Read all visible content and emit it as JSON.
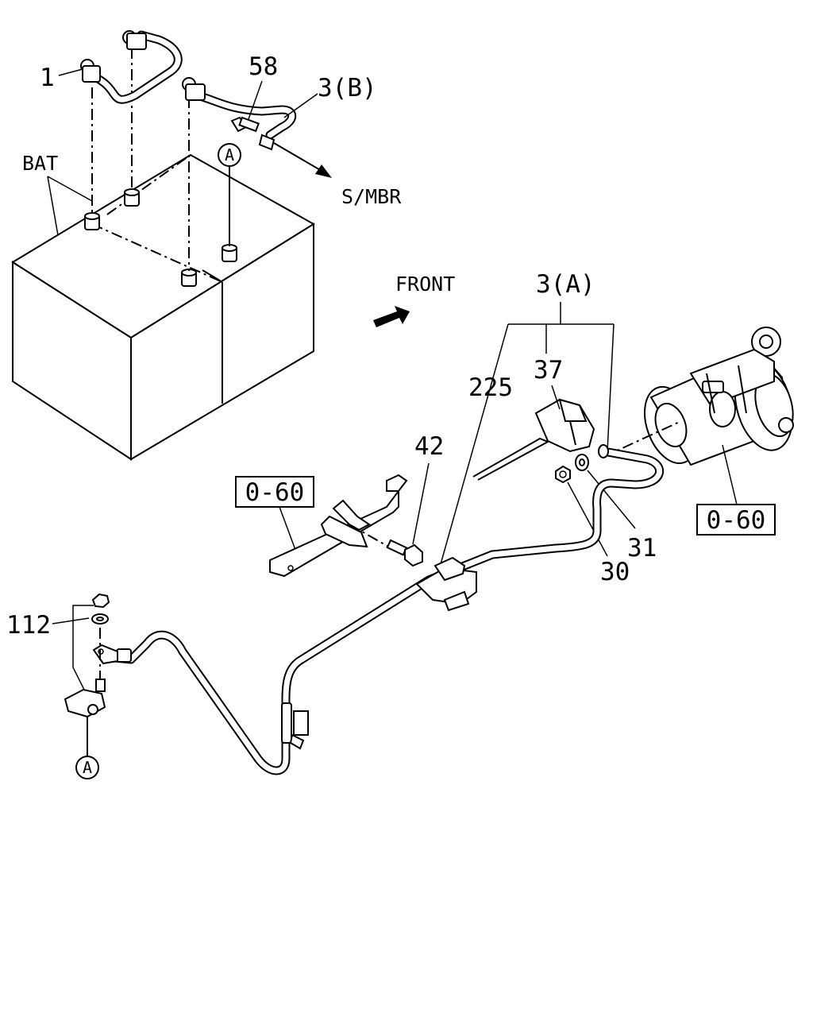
{
  "labels": {
    "part_1": "1",
    "part_58": "58",
    "part_3b": "3(B)",
    "bat": "BAT",
    "smbr": "S/MBR",
    "circle_a_top": "A",
    "front": "FRONT",
    "part_3a": "3(A)",
    "part_37": "37",
    "part_225": "225",
    "part_42": "42",
    "ref_box_left": "0-60",
    "ref_box_right": "0-60",
    "part_31": "31",
    "part_30": "30",
    "part_112": "112",
    "circle_a_bottom": "A"
  }
}
